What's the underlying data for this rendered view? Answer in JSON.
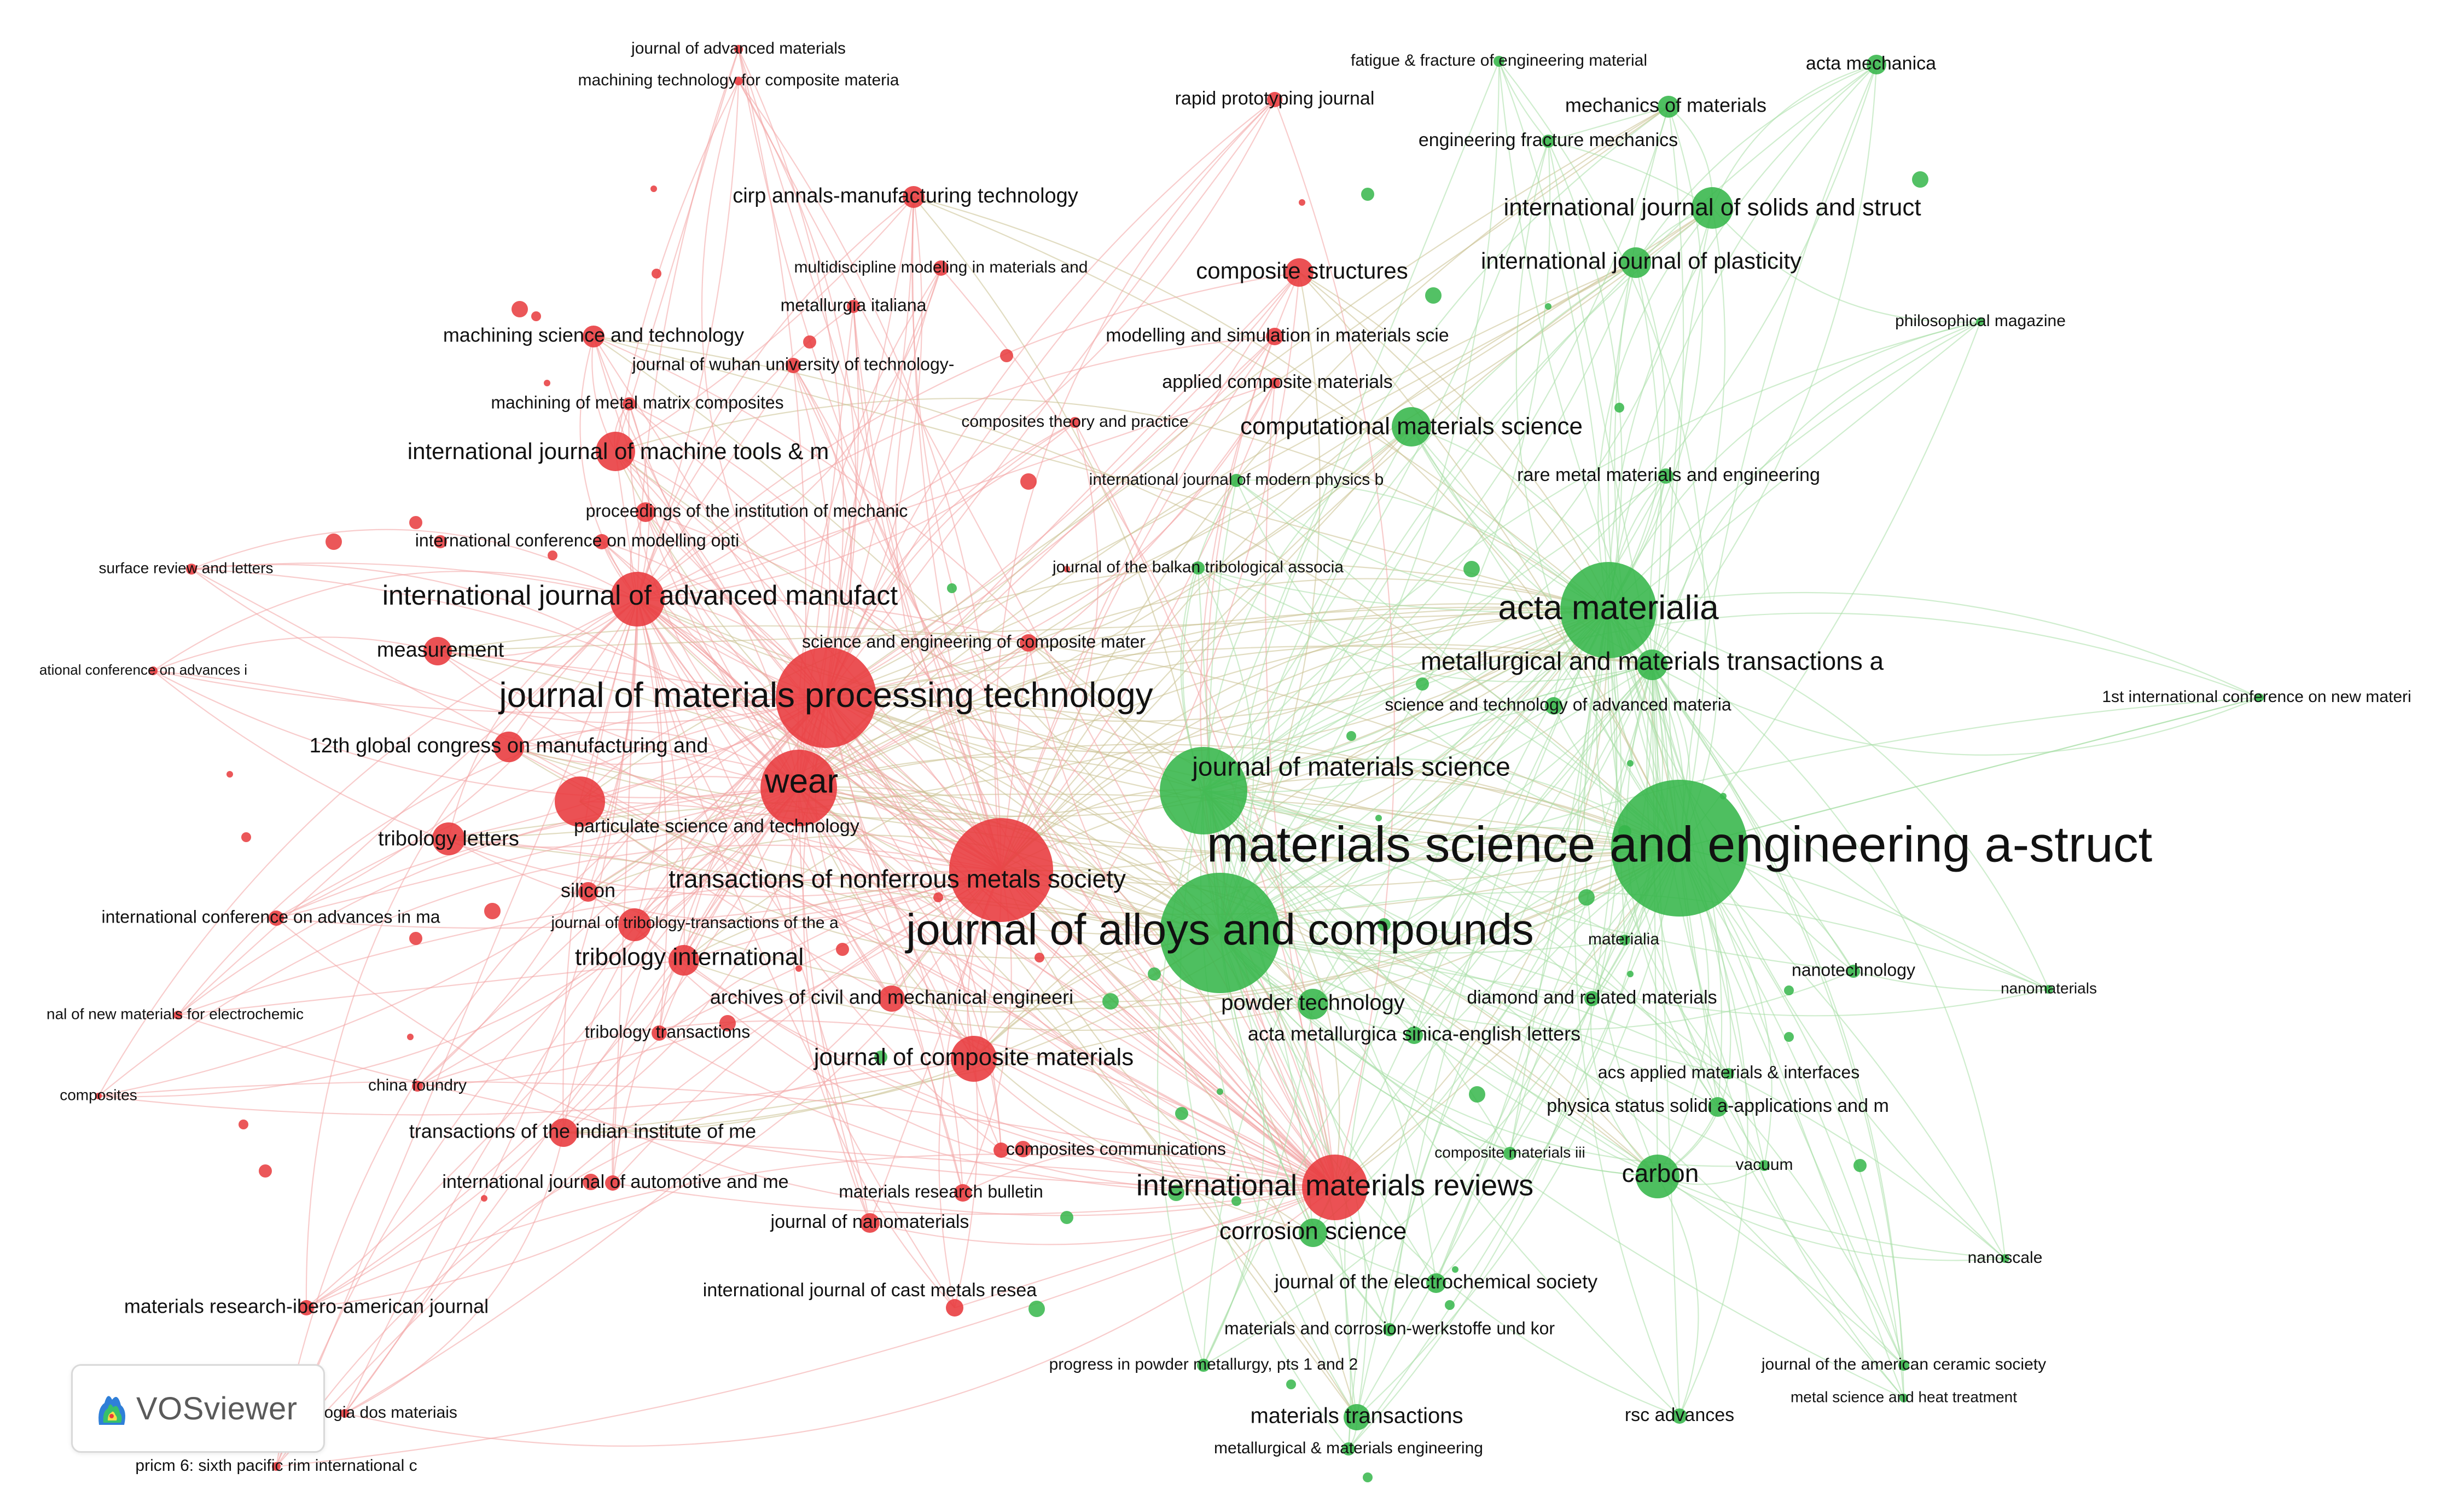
{
  "colors": {
    "cluster_red": "#e8393c",
    "cluster_green": "#35b64a",
    "link_red": "#f2a3a3",
    "link_green": "#a8dea5",
    "label": "#111111"
  },
  "brand": {
    "name": "VOSviewer",
    "icon": "vosviewer-logo"
  },
  "nodes": [
    {
      "id": "msea",
      "label": "materials science and engineering a-struct",
      "cluster": "green",
      "weight": 10
    },
    {
      "id": "jac",
      "label": "journal of alloys and compounds",
      "cluster": "green",
      "weight": 8
    },
    {
      "id": "jmpt",
      "label": "journal of materials processing technology",
      "cluster": "red",
      "weight": 7
    },
    {
      "id": "acta",
      "label": "acta materialia",
      "cluster": "green",
      "weight": 6
    },
    {
      "id": "jms",
      "label": "journal of materials science",
      "cluster": "green",
      "weight": 6
    },
    {
      "id": "wear",
      "label": "wear",
      "cluster": "red",
      "weight": 6
    },
    {
      "id": "tnms",
      "label": "transactions of nonferrous metals society",
      "cluster": "red",
      "weight": 7
    },
    {
      "id": "imr",
      "label": "international materials reviews",
      "cluster": "red",
      "weight": 4
    },
    {
      "id": "ijamt",
      "label": "international journal of advanced manufact",
      "cluster": "red",
      "weight": 4
    },
    {
      "id": "mmta",
      "label": "metallurgical and materials transactions a",
      "cluster": "green",
      "weight": 4
    },
    {
      "id": "ijmtm",
      "label": "international journal of machine tools & m",
      "cluster": "red",
      "weight": 3
    },
    {
      "id": "ti",
      "label": "tribology international",
      "cluster": "red",
      "weight": 3
    },
    {
      "id": "jcm",
      "label": "journal of composite materials",
      "cluster": "red",
      "weight": 3
    },
    {
      "id": "cms",
      "label": "computational materials science",
      "cluster": "green",
      "weight": 3
    },
    {
      "id": "ijss",
      "label": "international journal of solids and struct",
      "cluster": "green",
      "weight": 3
    },
    {
      "id": "ijp",
      "label": "international journal of plasticity",
      "cluster": "green",
      "weight": 3
    },
    {
      "id": "carbon",
      "label": "carbon",
      "cluster": "green",
      "weight": 3
    },
    {
      "id": "pt",
      "label": "powder technology",
      "cluster": "green",
      "weight": 3
    },
    {
      "id": "cs",
      "label": "corrosion science",
      "cluster": "green",
      "weight": 3
    },
    {
      "id": "comps",
      "label": "composite structures",
      "cluster": "red",
      "weight": 2
    },
    {
      "id": "meas",
      "label": "measurement",
      "cluster": "red",
      "weight": 2
    },
    {
      "id": "tl",
      "label": "tribology letters",
      "cluster": "red",
      "weight": 2
    },
    {
      "id": "mt",
      "label": "materials transactions",
      "cluster": "green",
      "weight": 2
    },
    {
      "id": "g12",
      "label": "12th global congress on manufacturing and",
      "cluster": "red",
      "weight": 2
    },
    {
      "id": "pst",
      "label": "particulate science and technology",
      "cluster": "red",
      "weight": 2
    },
    {
      "id": "silicon",
      "label": "silicon",
      "cluster": "red",
      "weight": 2
    },
    {
      "id": "jtt",
      "label": "journal of tribology-transactions of the a",
      "cluster": "red",
      "weight": 1
    },
    {
      "id": "acme",
      "label": "archives of civil and mechanical engineeri",
      "cluster": "red",
      "weight": 2
    },
    {
      "id": "trans_t",
      "label": "tribology transactions",
      "cluster": "red",
      "weight": 1
    },
    {
      "id": "tiim",
      "label": "transactions of the indian institute of me",
      "cluster": "red",
      "weight": 2
    },
    {
      "id": "ijauto",
      "label": "international journal of automotive and me",
      "cluster": "red",
      "weight": 1
    },
    {
      "id": "ccom",
      "label": "composites communications",
      "cluster": "red",
      "weight": 1
    },
    {
      "id": "mrb",
      "label": "materials research bulletin",
      "cluster": "red",
      "weight": 1
    },
    {
      "id": "jnano",
      "label": "journal of nanomaterials",
      "cluster": "red",
      "weight": 1
    },
    {
      "id": "ijcmr",
      "label": "international journal of cast metals resea",
      "cluster": "red",
      "weight": 1
    },
    {
      "id": "mrib",
      "label": "materials research-ibero-american journal",
      "cluster": "red",
      "weight": 1
    },
    {
      "id": "cirp",
      "label": "cirp annals-manufacturing technology",
      "cluster": "red",
      "weight": 2
    },
    {
      "id": "msat",
      "label": "machining science and technology",
      "cluster": "red",
      "weight": 2
    },
    {
      "id": "mmmc",
      "label": "multidiscipline modeling in materials and",
      "cluster": "red",
      "weight": 1
    },
    {
      "id": "mi",
      "label": "metallurgia italiana",
      "cluster": "red",
      "weight": 1
    },
    {
      "id": "jwut",
      "label": "journal of wuhan university of technology-",
      "cluster": "red",
      "weight": 1
    },
    {
      "id": "mmmcomp",
      "label": "machining of metal matrix composites",
      "cluster": "red",
      "weight": 1
    },
    {
      "id": "pime",
      "label": "proceedings of the institution of mechanic",
      "cluster": "red",
      "weight": 1
    },
    {
      "id": "iccmo",
      "label": "international conference on modelling opti",
      "cluster": "red",
      "weight": 1
    },
    {
      "id": "srl",
      "label": "surface review and letters",
      "cluster": "red",
      "weight": 1
    },
    {
      "id": "icad1",
      "label": "ational conference on advances i",
      "cluster": "red",
      "weight": 1
    },
    {
      "id": "icad2",
      "label": "international conference on advances in ma",
      "cluster": "red",
      "weight": 1
    },
    {
      "id": "nmec",
      "label": "nal of new materials for electrochemic",
      "cluster": "red",
      "weight": 1
    },
    {
      "id": "composites",
      "label": "composites",
      "cluster": "red",
      "weight": 1
    },
    {
      "id": "cf",
      "label": "china foundry",
      "cluster": "red",
      "weight": 1
    },
    {
      "id": "jadv",
      "label": "journal of advanced materials",
      "cluster": "red",
      "weight": 1
    },
    {
      "id": "mtcm",
      "label": "machining technology for composite materia",
      "cluster": "red",
      "weight": 1
    },
    {
      "id": "rpj",
      "label": "rapid prototyping journal",
      "cluster": "red",
      "weight": 1
    },
    {
      "id": "msms",
      "label": "modelling and simulation in materials scie",
      "cluster": "red",
      "weight": 1
    },
    {
      "id": "acm",
      "label": "applied composite materials",
      "cluster": "red",
      "weight": 1
    },
    {
      "id": "ctp",
      "label": "composites theory and practice",
      "cluster": "red",
      "weight": 1
    },
    {
      "id": "ijmpb",
      "label": "international journal of modern physics b",
      "cluster": "green",
      "weight": 1
    },
    {
      "id": "secm",
      "label": "science and engineering of composite mater",
      "cluster": "red",
      "weight": 2
    },
    {
      "id": "jbta",
      "label": "journal of the balkan tribological associa",
      "cluster": "green",
      "weight": 1
    },
    {
      "id": "ffem",
      "label": "fatigue & fracture of engineering material",
      "cluster": "green",
      "weight": 1
    },
    {
      "id": "mom",
      "label": "mechanics of materials",
      "cluster": "green",
      "weight": 2
    },
    {
      "id": "efm",
      "label": "engineering fracture mechanics",
      "cluster": "green",
      "weight": 1
    },
    {
      "id": "am",
      "label": "acta mechanica",
      "cluster": "green",
      "weight": 1
    },
    {
      "id": "pm",
      "label": "philosophical magazine",
      "cluster": "green",
      "weight": 1
    },
    {
      "id": "rmme",
      "label": "rare metal materials and engineering",
      "cluster": "green",
      "weight": 1
    },
    {
      "id": "stam",
      "label": "science and technology of advanced materia",
      "cluster": "green",
      "weight": 1
    },
    {
      "id": "icnm",
      "label": "1st international conference on new materi",
      "cluster": "green",
      "weight": 1
    },
    {
      "id": "materialia",
      "label": "materialia",
      "cluster": "green",
      "weight": 1
    },
    {
      "id": "nanotech",
      "label": "nanotechnology",
      "cluster": "green",
      "weight": 1
    },
    {
      "id": "nanomat",
      "label": "nanomaterials",
      "cluster": "green",
      "weight": 1
    },
    {
      "id": "drm",
      "label": "diamond and related materials",
      "cluster": "green",
      "weight": 1
    },
    {
      "id": "amsel",
      "label": "acta metallurgica sinica-english letters",
      "cluster": "green",
      "weight": 1
    },
    {
      "id": "acsami",
      "label": "acs applied materials & interfaces",
      "cluster": "green",
      "weight": 1
    },
    {
      "id": "pssa",
      "label": "physica status solidi a-applications and m",
      "cluster": "green",
      "weight": 1
    },
    {
      "id": "cmiii",
      "label": "composite materials iii",
      "cluster": "green",
      "weight": 1
    },
    {
      "id": "vacuum",
      "label": "vacuum",
      "cluster": "green",
      "weight": 1
    },
    {
      "id": "nanoscale",
      "label": "nanoscale",
      "cluster": "green",
      "weight": 1
    },
    {
      "id": "jecs",
      "label": "journal of the electrochemical society",
      "cluster": "green",
      "weight": 1
    },
    {
      "id": "mcwk",
      "label": "materials and corrosion-werkstoffe und kor",
      "cluster": "green",
      "weight": 1
    },
    {
      "id": "ppm",
      "label": "progress in powder metallurgy, pts 1 and 2",
      "cluster": "green",
      "weight": 1
    },
    {
      "id": "jacs",
      "label": "journal of the american ceramic society",
      "cluster": "green",
      "weight": 1
    },
    {
      "id": "msht",
      "label": "metal science and heat treatment",
      "cluster": "green",
      "weight": 1
    },
    {
      "id": "rsc",
      "label": "rsc advances",
      "cluster": "green",
      "weight": 1
    },
    {
      "id": "mme",
      "label": "metallurgical & materials engineering",
      "cluster": "green",
      "weight": 1
    },
    {
      "id": "tdm",
      "label": "& tecnologia dos materiais",
      "cluster": "red",
      "weight": 1
    },
    {
      "id": "pricm",
      "label": "pricm 6: sixth pacific rim international c",
      "cluster": "red",
      "weight": 1
    }
  ]
}
